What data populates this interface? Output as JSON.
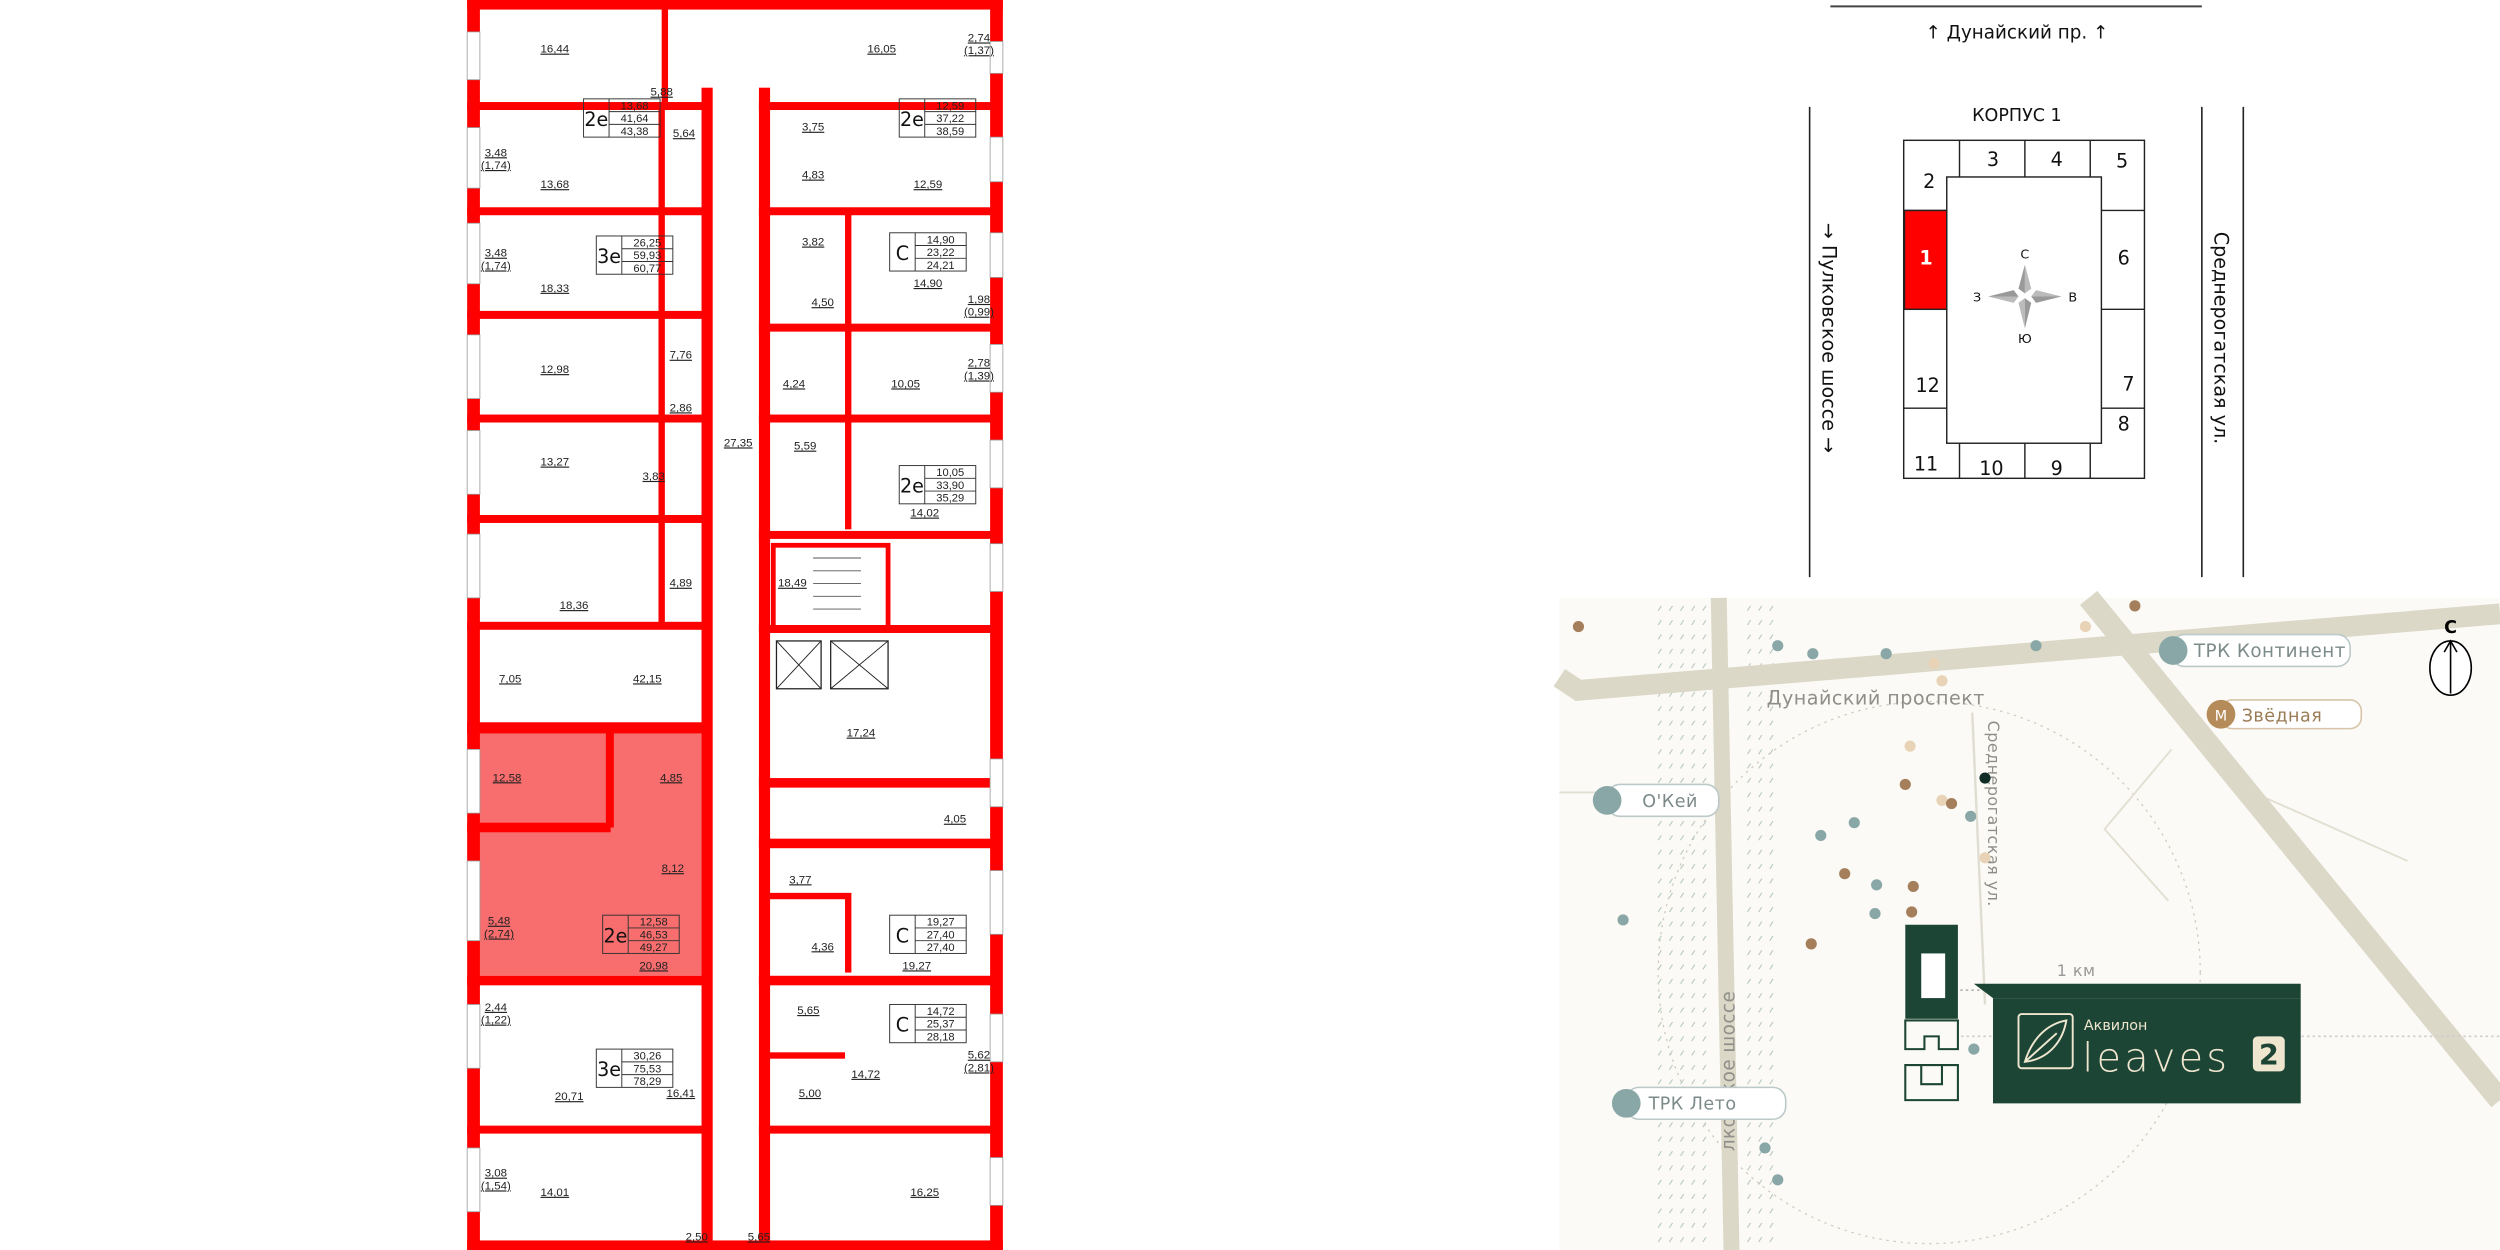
{
  "floor_plan": {
    "highlight_color": "#f86d6d",
    "wall_color": "#ff0000",
    "rooms": [
      "16,44",
      "5,88",
      "16,05",
      "5,64",
      "3,75",
      "13,68",
      "4,83",
      "12,59",
      "18,33",
      "3,82",
      "14,90",
      "4,50",
      "7,76",
      "12,98",
      "4,24",
      "10,05",
      "2,86",
      "27,35",
      "13,27",
      "3,83",
      "5,59",
      "14,02",
      "4,89",
      "18,36",
      "18,49",
      "7,05",
      "42,15",
      "17,24",
      "12,58",
      "4,85",
      "4,05",
      "8,12",
      "3,77",
      "20,98",
      "4,36",
      "19,27",
      "5,65",
      "14,72",
      "20,71",
      "16,41",
      "5,00",
      "14,01",
      "2,50",
      "5,65",
      "16,25"
    ],
    "balconies": [
      {
        "area": "2,74",
        "reduced": "(1,37)"
      },
      {
        "area": "3,48",
        "reduced": "(1,74)"
      },
      {
        "area": "3,48",
        "reduced": "(1,74)"
      },
      {
        "area": "1,98",
        "reduced": "(0,99)"
      },
      {
        "area": "2,78",
        "reduced": "(1,39)"
      },
      {
        "area": "5,48",
        "reduced": "(2,74)"
      },
      {
        "area": "2,44",
        "reduced": "(1,22)"
      },
      {
        "area": "5,62",
        "reduced": "(2,81)"
      },
      {
        "area": "3,08",
        "reduced": "(1,54)"
      }
    ],
    "apartments": [
      {
        "type": "2е",
        "living": "13,68",
        "total": "41,64",
        "with_balcony": "43,38",
        "selected": false
      },
      {
        "type": "2е",
        "living": "12,59",
        "total": "37,22",
        "with_balcony": "38,59",
        "selected": false
      },
      {
        "type": "3е",
        "living": "26,25",
        "total": "59,93",
        "with_balcony": "60,77",
        "selected": false
      },
      {
        "type": "С",
        "living": "14,90",
        "total": "23,22",
        "with_balcony": "24,21",
        "selected": false
      },
      {
        "type": "2е",
        "living": "10,05",
        "total": "33,90",
        "with_balcony": "35,29",
        "selected": false
      },
      {
        "type": "2е",
        "living": "12,58",
        "total": "46,53",
        "with_balcony": "49,27",
        "selected": true
      },
      {
        "type": "С",
        "living": "19,27",
        "total": "27,40",
        "with_balcony": "27,40",
        "selected": false
      },
      {
        "type": "С",
        "living": "14,72",
        "total": "25,37",
        "with_balcony": "28,18",
        "selected": false
      },
      {
        "type": "3е",
        "living": "30,26",
        "total": "75,53",
        "with_balcony": "78,29",
        "selected": false
      }
    ]
  },
  "key_plan": {
    "top_street": "Дунайский пр.",
    "left_street": "Пулковское шоссе",
    "right_street": "Среднерогатская ул.",
    "building_label": "КОРПУС 1",
    "sections": [
      "1",
      "2",
      "3",
      "4",
      "5",
      "6",
      "7",
      "8",
      "9",
      "10",
      "11",
      "12"
    ],
    "selected_section": "1",
    "selected_color": "#ff0000",
    "compass": {
      "north": "С",
      "south": "Ю",
      "west": "З",
      "east": "В"
    }
  },
  "map": {
    "road_main": "Дунайский проспект",
    "road_vertical": "лковское шоссе",
    "road_side": "Среднерогатская ул.",
    "poi": [
      "ТРК Континент",
      "О'Кей",
      "ТРК Лето"
    ],
    "metro": {
      "badge": "М",
      "name": "Звёдная",
      "color": "#b58b5a"
    },
    "distance": "1 км",
    "north": "С",
    "brand": {
      "company": "Аквилон",
      "product": "leaves",
      "number": "2",
      "color": "#1d4536"
    }
  }
}
